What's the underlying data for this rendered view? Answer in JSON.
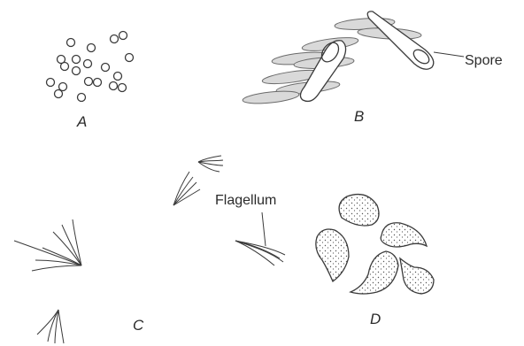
{
  "panels": {
    "a": {
      "letter": "A"
    },
    "b": {
      "letter": "B",
      "callout": "Spore"
    },
    "c": {
      "letter": "C",
      "callout": "Flagellum"
    },
    "d": {
      "letter": "D"
    }
  },
  "colors": {
    "background": "#ffffff",
    "ink": "#3a3a3a",
    "rod_fill": "#d9d9d9"
  }
}
